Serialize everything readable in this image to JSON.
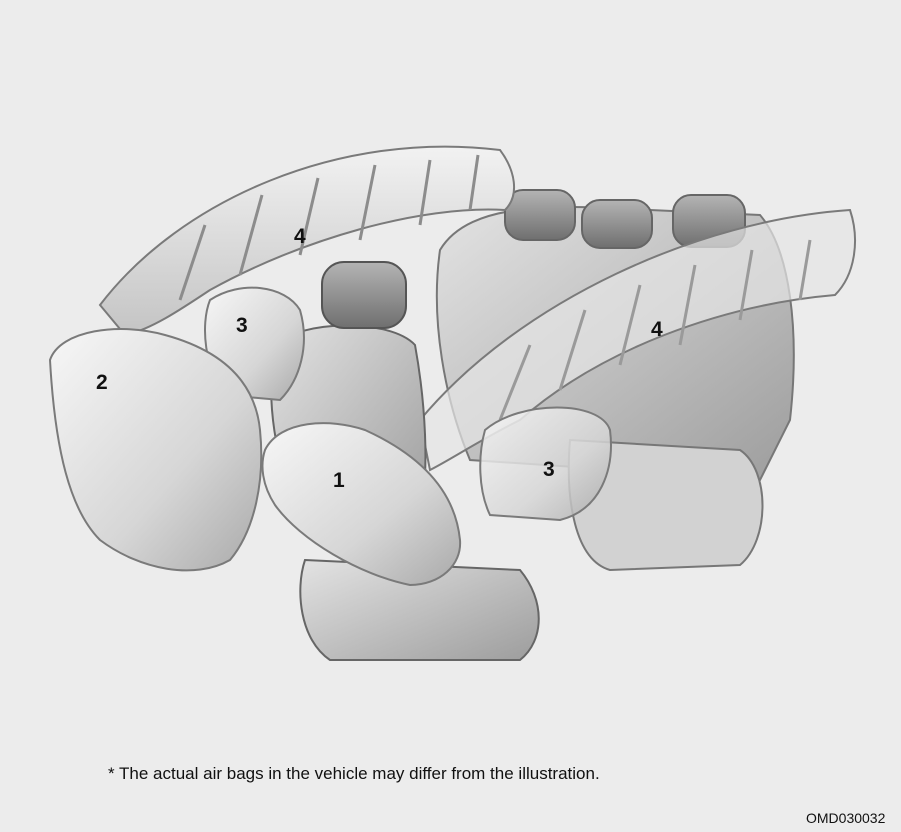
{
  "labels": {
    "driver_front_airbag": "1",
    "passenger_front_airbag": "2",
    "front_side_airbag": "3",
    "rear_side_airbag": "3",
    "front_curtain_airbag": "4",
    "rear_curtain_airbag": "4"
  },
  "footnote": "* The actual air bags in the vehicle may differ from the illustration.",
  "figure_code": "OMD030032",
  "colors": {
    "background": "#ececec",
    "airbag_fill": "#dcdcdc",
    "airbag_stroke": "#7a7a7a",
    "seat_fill": "#c8c8c8",
    "headrest_fill": "#9a9a9a"
  }
}
